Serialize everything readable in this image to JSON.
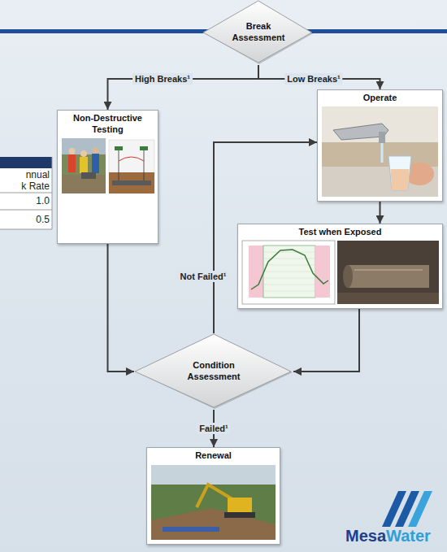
{
  "diagram": {
    "nodes": [
      {
        "text": [
          "Break Assessment"
        ]
      },
      {
        "text": [
          "Non-Destructive Testing"
        ]
      },
      {
        "text": [
          "Operate"
        ]
      },
      {
        "text": [
          "Test when Exposed"
        ]
      },
      {
        "text": [
          "Condition Assessment"
        ]
      },
      {
        "text": [
          "Renewal"
        ]
      }
    ],
    "edges": [
      {
        "from": 0,
        "to": 1,
        "label": "High Breaks¹",
        "arrow": "to"
      },
      {
        "from": 0,
        "to": 2,
        "label": "Low Breaks¹",
        "arrow": "to"
      },
      {
        "from": 2,
        "to": 3,
        "arrow": "to"
      },
      {
        "from": 3,
        "to": 4,
        "arrow": "to"
      },
      {
        "from": 1,
        "to": 4,
        "arrow": "to"
      },
      {
        "from": 4,
        "to": 2,
        "label": "Not Failed¹",
        "arrow": "to"
      },
      {
        "from": 4,
        "to": 5,
        "label": "Failed¹",
        "arrow": "to"
      }
    ],
    "labels": [
      "nnual k Rate",
      "1.0",
      "0.5",
      "Mesa",
      "Water"
    ]
  }
}
